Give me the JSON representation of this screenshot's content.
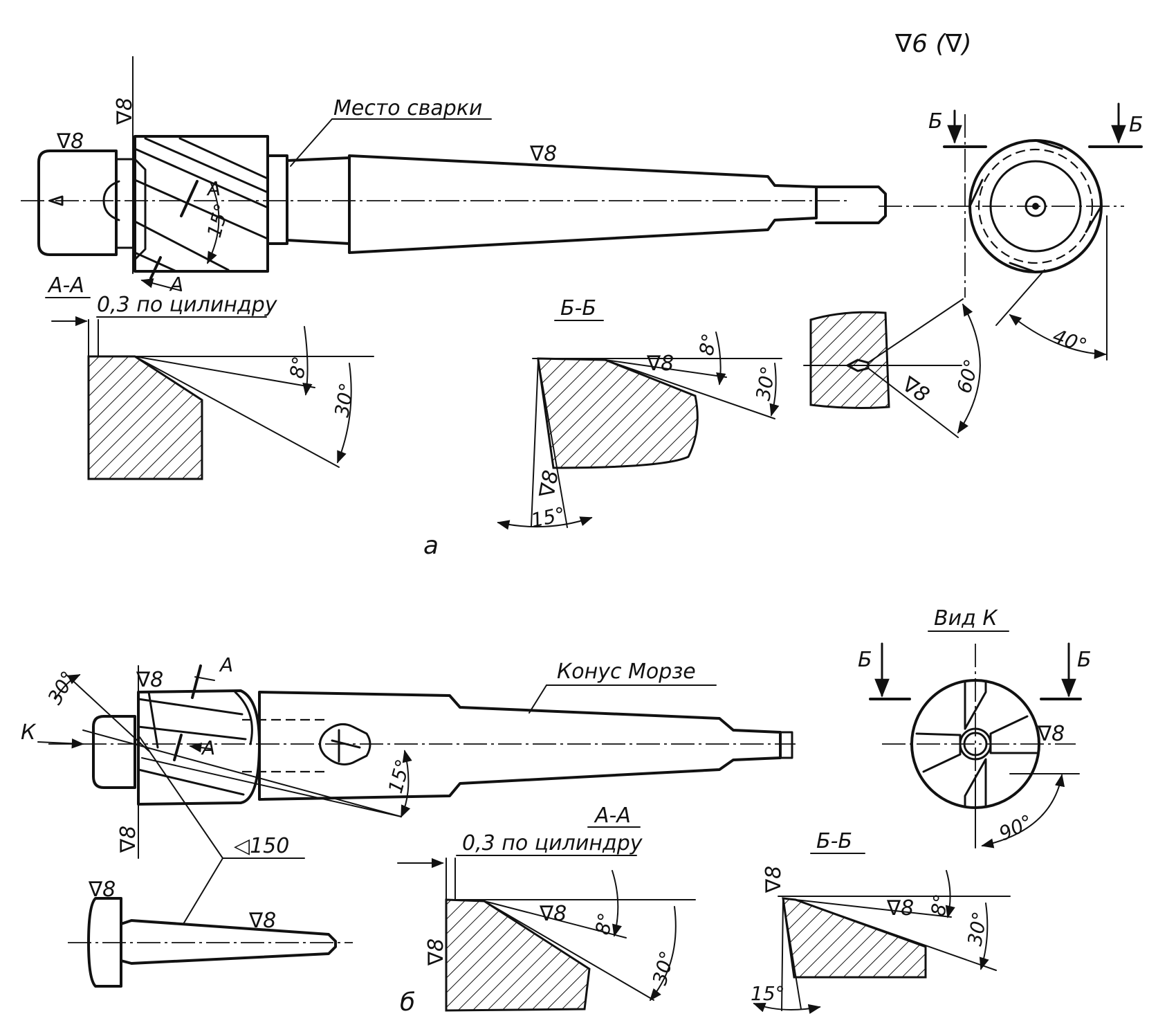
{
  "drawing": {
    "general_finish": "∇6 (∇)",
    "views": {
      "a": {
        "caption": "a",
        "weld_note": "Место сварки",
        "finish_body": "∇8",
        "finish_flute": "∇8",
        "finish_pilot": "∇8",
        "section_mark": "А",
        "helix_angle": "15°",
        "cut_mark": "Б",
        "end_view_angle": "40°",
        "section_aa": {
          "title": "А-А",
          "note": "0,3 по цилиндру",
          "angle_small": "8°",
          "angle_large": "30°"
        },
        "section_bb": {
          "title": "Б-Б",
          "finish": "∇8",
          "angle_small": "8°",
          "angle_large": "30°",
          "finish_side": "∇8",
          "angle_side": "15°"
        },
        "center_detail": {
          "finish": "∇8",
          "angle": "60°"
        }
      },
      "b": {
        "caption": "б",
        "taper_note": "Конус Морзе",
        "view_k_title": "Вид К",
        "view_k_mark": "К",
        "cut_mark": "Б",
        "section_mark": "А",
        "finish_top": "∇8",
        "finish_bottom": "∇8",
        "angle_top": "30°",
        "angle_taper": "15°",
        "taper_symbol": "◁150",
        "end_view_finish": "∇8",
        "end_view_angle": "90°",
        "pin": {
          "finish_head": "∇8",
          "finish_shank": "∇8"
        },
        "section_aa": {
          "title": "А-А",
          "note": "0,3 по цилиндру",
          "finish_top": "∇8",
          "finish_side": "∇8",
          "angle_small": "8°",
          "angle_large": "30°"
        },
        "section_bb": {
          "title": "Б-Б",
          "finish_side": "∇8",
          "finish_top": "∇8",
          "angle_small": "8°",
          "angle_large": "30°",
          "angle_side": "15°"
        }
      }
    }
  }
}
